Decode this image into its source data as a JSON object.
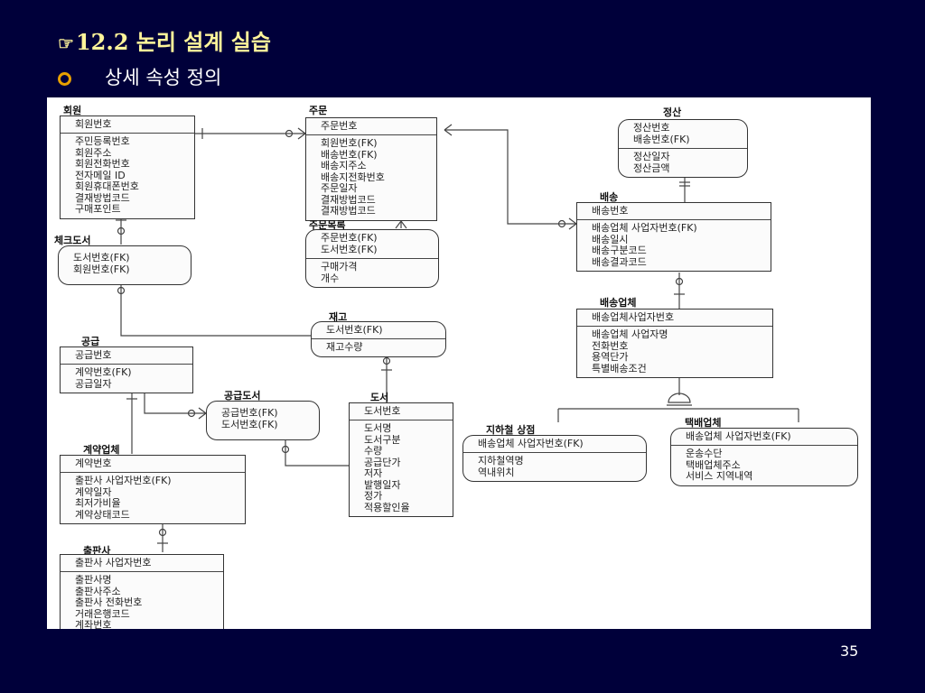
{
  "slide": {
    "title_symbol": "☞",
    "title": "12.2 논리 설계 실습",
    "bullet": "상세 속성 정의",
    "page_number": "35"
  },
  "entities": {
    "member": {
      "label": "회원",
      "pk": [
        "회원번호"
      ],
      "attrs": [
        "주민등록번호",
        "회원주소",
        "회원전화번호",
        "전자메일 ID",
        "회원휴대폰번호",
        "결재방법코드",
        "구매포인트"
      ]
    },
    "order": {
      "label": "주문",
      "pk": [
        "주문번호"
      ],
      "attrs": [
        "회원번호(FK)",
        "배송번호(FK)",
        "배송지주소",
        "배송지전화번호",
        "주문일자",
        "결재방법코드",
        "결재방법코드"
      ]
    },
    "settle": {
      "label": "정산",
      "pk": [
        "정산번호",
        "배송번호(FK)"
      ],
      "attrs": [
        "정산일자",
        "정산금액"
      ]
    },
    "delivery": {
      "label": "배송",
      "pk": [
        "배송번호"
      ],
      "attrs": [
        "배송업체 사업자번호(FK)",
        "배송일시",
        "배송구분코드",
        "배송결과코드"
      ]
    },
    "checkbook": {
      "label": "체크도서",
      "pk": [
        "도서번호(FK)",
        "회원번호(FK)"
      ],
      "attrs": []
    },
    "orderlist": {
      "label": "주문목록",
      "pk": [
        "주문번호(FK)",
        "도서번호(FK)"
      ],
      "attrs": [
        "구매가격",
        "개수"
      ]
    },
    "stock": {
      "label": "재고",
      "pk": [
        "도서번호(FK)"
      ],
      "attrs": [
        "재고수량"
      ]
    },
    "carrier": {
      "label": "배송업체",
      "pk": [
        "배송업체사업자번호"
      ],
      "attrs": [
        "배송업체 사업자명",
        "전화번호",
        "용역단가",
        "특별배송조건"
      ]
    },
    "supply": {
      "label": "공급",
      "pk": [
        "공급번호"
      ],
      "attrs": [
        "계약번호(FK)",
        "공급일자"
      ]
    },
    "supplybook": {
      "label": "공급도서",
      "pk": [
        "공급번호(FK)",
        "도서번호(FK)"
      ],
      "attrs": []
    },
    "book": {
      "label": "도서",
      "pk": [
        "도서번호"
      ],
      "attrs": [
        "도서명",
        "도서구분",
        "수량",
        "공급단가",
        "저자",
        "발행일자",
        "정가",
        "적용할인율"
      ]
    },
    "subway": {
      "label": "지하철 상점",
      "pk": [
        "배송업체 사업자번호(FK)"
      ],
      "attrs": [
        "지하철역명",
        "역내위치"
      ]
    },
    "courier": {
      "label": "택배업체",
      "pk": [
        "배송업체 사업자번호(FK)"
      ],
      "attrs": [
        "운송수단",
        "택배업체주소",
        "서비스 지역내역"
      ]
    },
    "contractor": {
      "label": "계약업체",
      "pk": [
        "계약번호"
      ],
      "attrs": [
        "출판사 사업자번호(FK)",
        "계약일자",
        "최저가비율",
        "계약상태코드"
      ]
    },
    "publisher": {
      "label": "출판사",
      "pk": [
        "출판사 사업자번호"
      ],
      "attrs": [
        "출판사명",
        "출판사주소",
        "출판사 전화번호",
        "거래은행코드",
        "계좌번호"
      ]
    }
  }
}
